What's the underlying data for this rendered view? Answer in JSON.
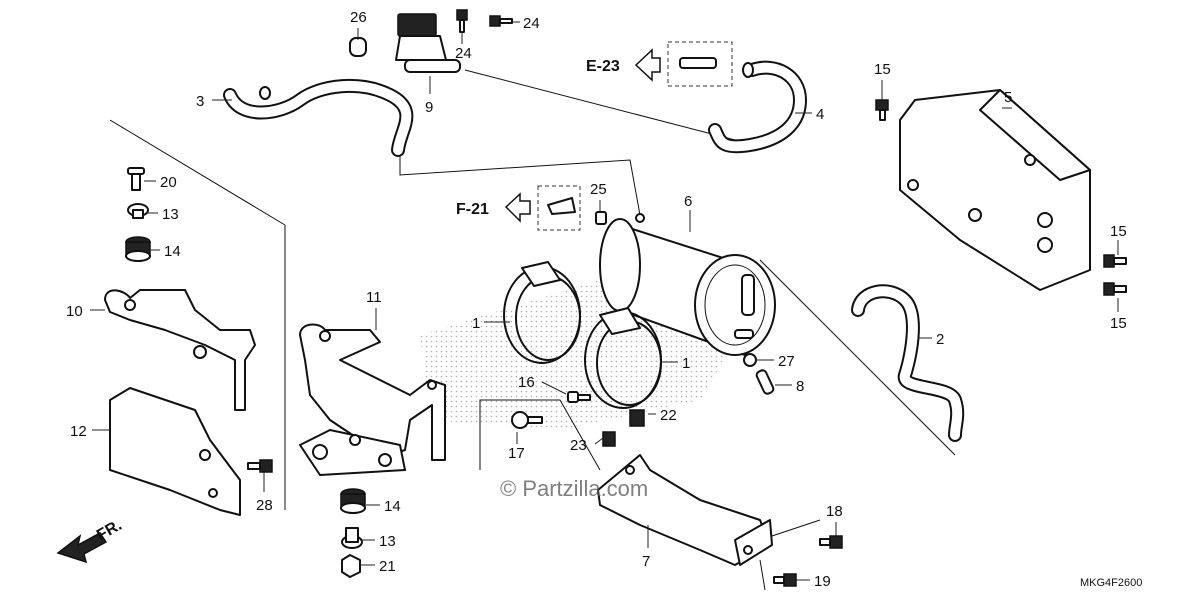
{
  "callouts": [
    "26",
    "24",
    "24",
    "3",
    "9",
    "4",
    "15",
    "5",
    "20",
    "13",
    "14",
    "10",
    "12",
    "28",
    "11",
    "25",
    "6",
    "1",
    "1",
    "16",
    "22",
    "17",
    "23",
    "2",
    "27",
    "8",
    "14",
    "13",
    "21",
    "7",
    "18",
    "19",
    "15",
    "15"
  ],
  "refs": {
    "e23": "E-23",
    "f21": "F-21",
    "fr": "FR."
  },
  "watermark": "© Partzilla.com",
  "diagram_code": "MKG4F2600"
}
